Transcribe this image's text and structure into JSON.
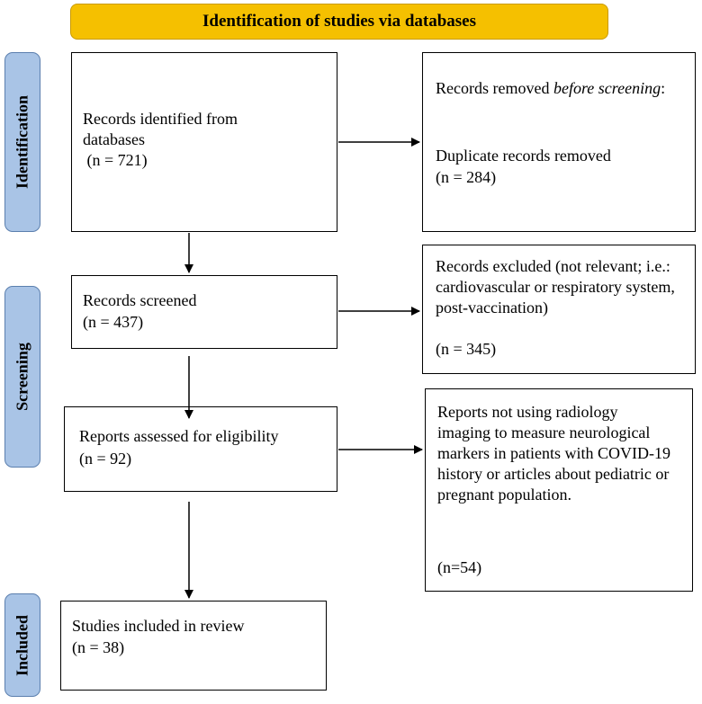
{
  "header": {
    "title": "Identification of studies via databases"
  },
  "phases": {
    "identification": "Identification",
    "screening": "Screening",
    "included": "Included"
  },
  "boxes": {
    "records_identified": {
      "label": "Records identified from databases",
      "count": " (n = 721)"
    },
    "records_removed": {
      "prefix": "Records removed ",
      "emphasis": "before screening",
      "suffix": ":",
      "detail": "Duplicate records removed",
      "count": "(n = 284)"
    },
    "records_screened": {
      "label": "Records screened",
      "count": "(n = 437)"
    },
    "records_excluded": {
      "label": "Records excluded (not relevant; i.e.: cardiovascular or respiratory system, post-vaccination)",
      "count": "(n = 345)"
    },
    "reports_assessed": {
      "label": "Reports assessed for eligibility",
      "count": "(n = 92)"
    },
    "reports_excluded": {
      "label": "Reports not using radiology imaging to measure neurological markers in patients with COVID-19 history or articles about pediatric or pregnant population.",
      "count": "(n=54)"
    },
    "studies_included": {
      "label": "Studies included in review",
      "count": "(n = 38)"
    }
  },
  "colors": {
    "header_fill": "#f5c000",
    "phase_fill": "#a9c4e6",
    "phase_border": "#5b7fae",
    "box_border": "#000000"
  }
}
